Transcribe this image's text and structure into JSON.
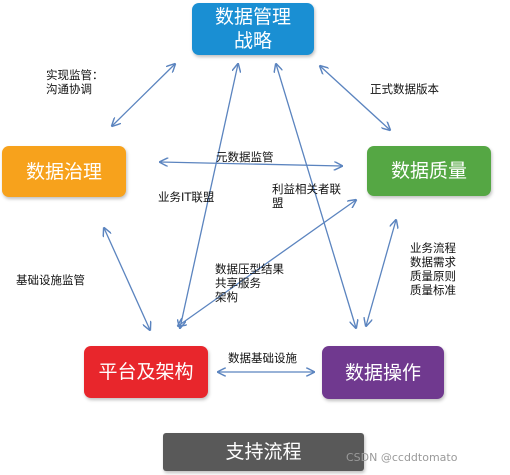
{
  "colors": {
    "strategy": "#1a8fd3",
    "governance": "#f7a21c",
    "quality": "#55a744",
    "platform": "#e8262c",
    "operation": "#70398f",
    "support": "#595959",
    "arrow": "#5b84bf"
  },
  "nodes": {
    "strategy": "数据管理\n战略",
    "governance": "数据治理",
    "quality": "数据质量",
    "platform": "平台及架构",
    "operation": "数据操作",
    "support": "支持流程"
  },
  "edges": {
    "strategy_governance": "实现监管：\n沟通协调",
    "strategy_quality": "正式数据版本",
    "governance_quality": "元数据监管",
    "strategy_platform": "业务IT联盟",
    "quality_platform": "利益相关者联\n盟",
    "governance_platform": "基础设施监管",
    "platform_shared": "数据压型结果\n共享服务\n架构",
    "quality_operation": "业务流程\n数据需求\n质量原则\n质量标准",
    "platform_operation": "数据基础设施"
  },
  "watermark": "CSDN @ccddtomato"
}
